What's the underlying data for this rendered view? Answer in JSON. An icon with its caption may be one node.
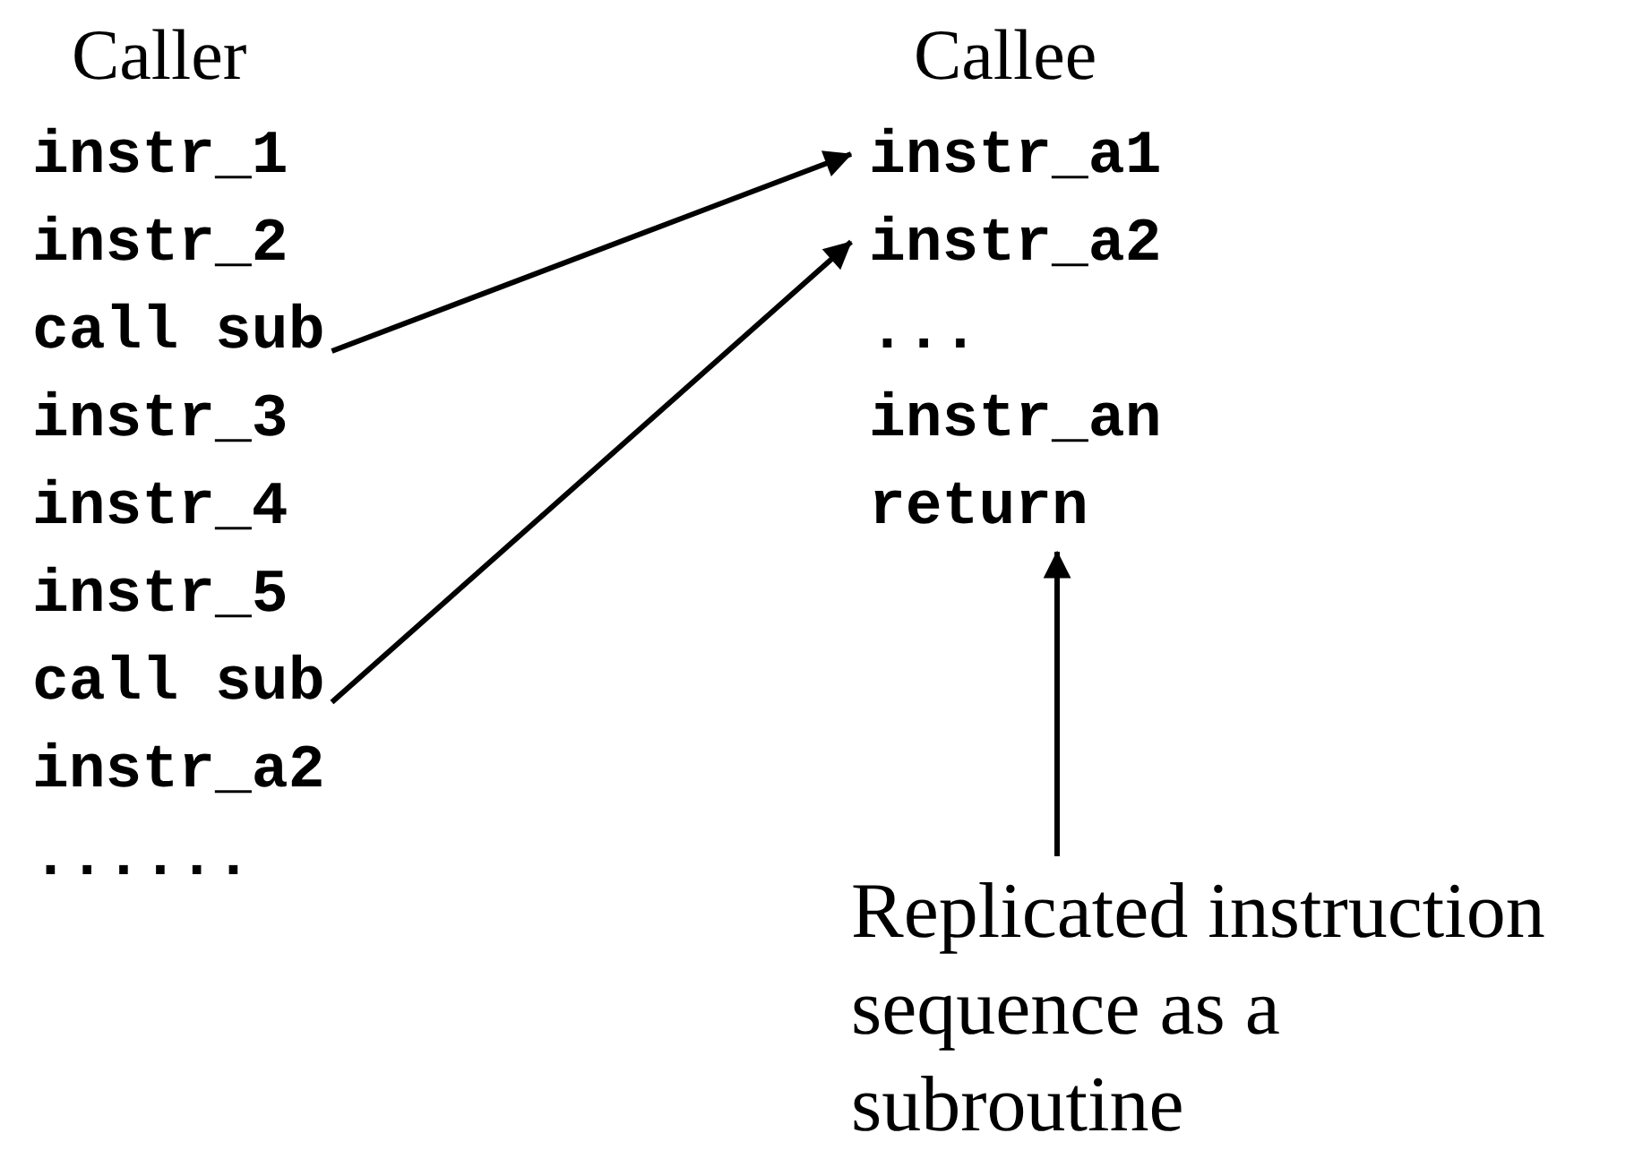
{
  "diagram": {
    "nodes": [
      {
        "text": [
          "instr_a1"
        ]
      },
      {
        "text": [
          "instr_a2"
        ]
      },
      {
        "text": [
          "call sub"
        ]
      },
      {
        "text": [
          "return"
        ]
      },
      {
        "text": [
          "call sub"
        ]
      },
      {
        "text": [
          "Replicated instruction sequence as a subroutine"
        ]
      }
    ],
    "edges": [
      {
        "from": 2,
        "to": 0,
        "arrow": "to"
      },
      {
        "from": 4,
        "to": 1,
        "arrow": "to"
      },
      {
        "from": 5,
        "to": 3,
        "arrow": "to"
      }
    ],
    "labels": [
      "Caller",
      "Callee",
      "instr_1",
      "instr_2",
      "...",
      "instr_3",
      "instr_an",
      "instr_4",
      "instr_5",
      "instr_a2",
      "......"
    ]
  }
}
